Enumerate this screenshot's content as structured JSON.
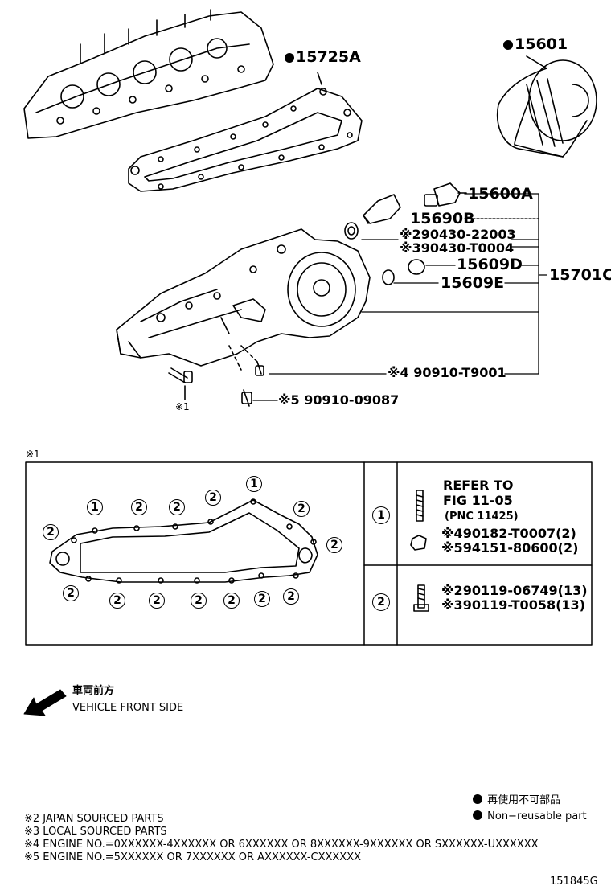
{
  "header_parts": {
    "gasket_top": "15725A",
    "filter": "15601"
  },
  "parts": {
    "p15600A": "15600A",
    "p15690B": "15690B",
    "p_ref2": "※290430-22003",
    "p_ref3": "※390430-T0004",
    "p15609D": "15609D",
    "p15609E": "15609E",
    "p15701C": "15701C",
    "p_ref4": "※4 90910-T9001",
    "p_ref5": "※5 90910-09087",
    "note1_marker": "※1"
  },
  "detail": {
    "box_label": "※1",
    "circle_one": "1",
    "circle_two": "2",
    "refer_to": "REFER TO",
    "fig": "FIG 11-05",
    "pnc": "(PNC 11425)",
    "row1_part_a": "※490182-T0007(2)",
    "row1_part_b": "※594151-80600(2)",
    "row2_part_a": "※290119-06749(13)",
    "row2_part_b": "※390119-T0058(13)"
  },
  "front": {
    "jp": "車両前方",
    "en": "VEHICLE FRONT SIDE"
  },
  "legend": {
    "jp": "再使用不可部品",
    "en": "Non−reusable part"
  },
  "notes": [
    "※2 JAPAN SOURCED PARTS",
    "※3 LOCAL SOURCED PARTS",
    "※4 ENGINE NO.=0XXXXXX-4XXXXXX OR 6XXXXXX OR 8XXXXXX-9XXXXXX OR SXXXXXX-UXXXXXX",
    "※5 ENGINE NO.=5XXXXXX OR 7XXXXXX OR AXXXXXX-CXXXXXX"
  ],
  "diagram_id": "151845G"
}
